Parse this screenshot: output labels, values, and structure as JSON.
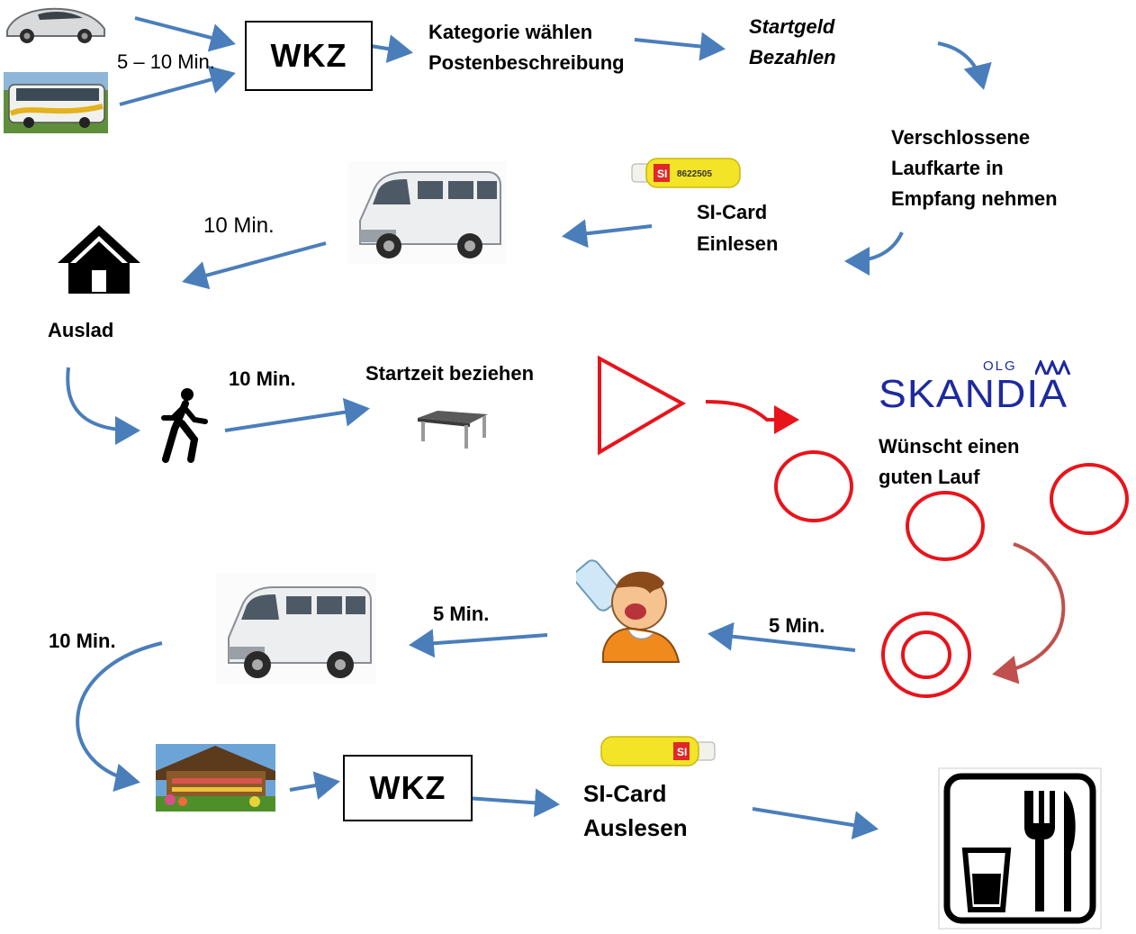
{
  "labels": {
    "time_start": "5 – 10 Min.",
    "wkz_top": "WKZ",
    "category": "Kategorie wählen",
    "description": "Postenbeschreibung",
    "fee_1": "Startgeld",
    "fee_2": "Bezahlen",
    "card_1": "Verschlossene",
    "card_2": "Laufkarte in",
    "card_3": "Empfang nehmen",
    "si_in_1": "SI-Card",
    "si_in_2": "Einlesen",
    "time_bus": "10 Min.",
    "unload": "Auslad",
    "time_walk": "10 Min.",
    "start_time": "Startzeit beziehen",
    "club_olg": "OLG",
    "club_name": "SKANDIA",
    "wish_1": "Wünscht einen",
    "wish_2": "guten Lauf",
    "time_finish": "5 Min.",
    "time_drink": "5 Min.",
    "time_return": "10 Min.",
    "wkz_bottom": "WKZ",
    "si_out_1": "SI-Card",
    "si_out_2": "Auslesen",
    "si_card_number": "8622505"
  },
  "icons": {
    "car": "car-image",
    "bus": "coach-bus-image",
    "minibus": "minibus-image",
    "si_card": "si-card-image",
    "house": "house-icon",
    "walker": "walking-person-icon",
    "table": "table-image",
    "start_triangle": "start-triangle-symbol",
    "control_circle": "control-circle-symbol",
    "finish": "finish-double-circle-symbol",
    "drinker": "drinking-person-image",
    "farmhouse": "farmhouse-image",
    "restaurant": "restaurant-sign-icon"
  },
  "colors": {
    "arrow_blue": "#4a7ebb",
    "orienteering_red": "#e8141b",
    "return_arrow": "#c0504d",
    "skandia_blue": "#1d2a9e"
  }
}
